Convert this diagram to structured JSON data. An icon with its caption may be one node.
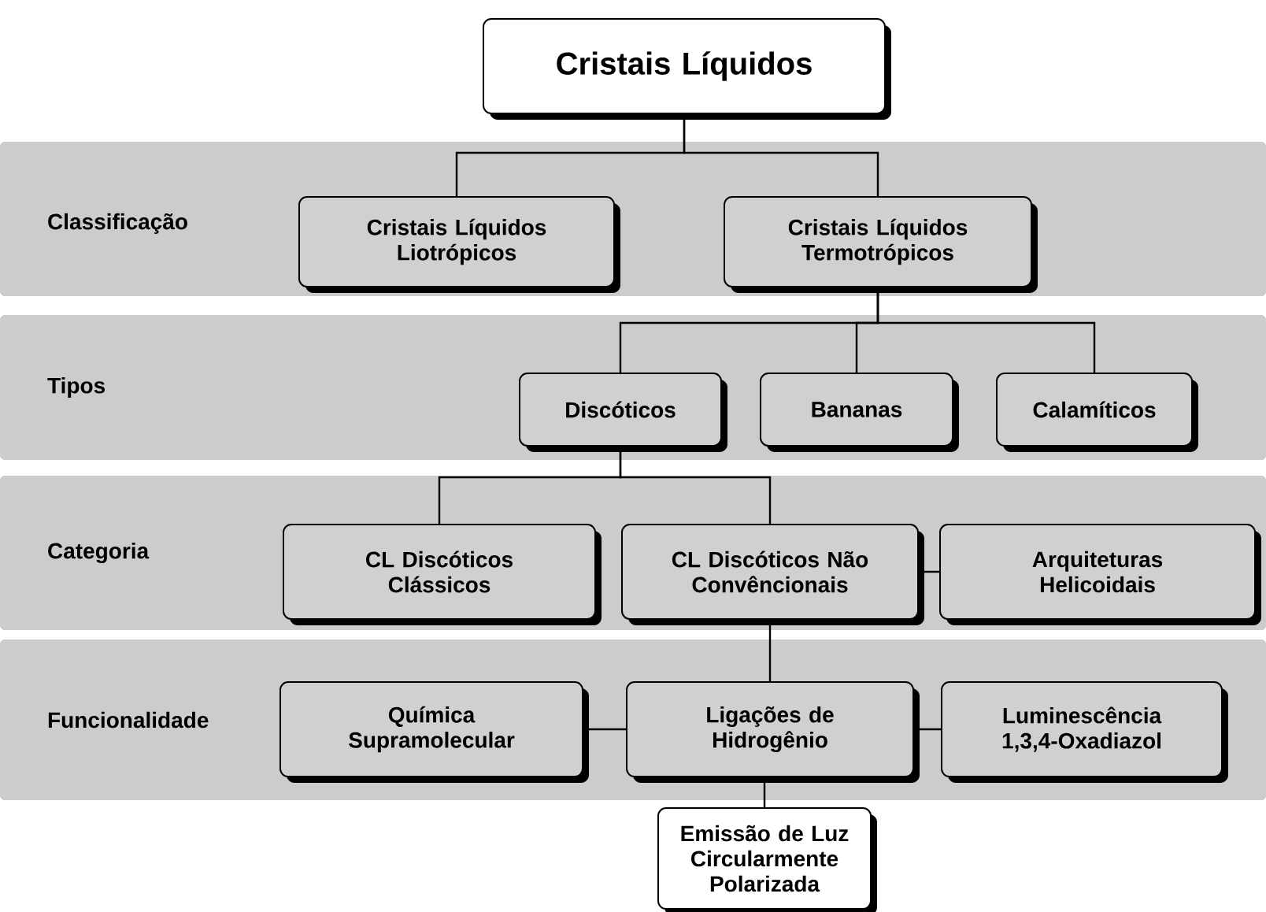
{
  "diagram": {
    "nodes": [
      {
        "text": [
          "Cristais Líquidos"
        ]
      },
      {
        "text": [
          "Classificação"
        ]
      },
      {
        "text": [
          "Cristais Líquidos Liotrópicos"
        ],
        "in": 1
      },
      {
        "text": [
          "Cristais Líquidos Termotrópicos"
        ],
        "in": 1
      },
      {
        "text": [
          "Tipos"
        ]
      },
      {
        "text": [
          "Discóticos"
        ],
        "in": 4
      },
      {
        "text": [
          "Bananas"
        ],
        "in": 4
      },
      {
        "text": [
          "Calamíticos"
        ],
        "in": 4
      },
      {
        "text": [
          "Categoria"
        ]
      },
      {
        "text": [
          "CL Discóticos Clássicos"
        ],
        "in": 8
      },
      {
        "text": [
          "CL Discóticos Não Convêncionais"
        ],
        "in": 8
      },
      {
        "text": [
          "Arquiteturas Helicoidais"
        ],
        "in": 8
      },
      {
        "text": [
          "Funcionalidade"
        ]
      },
      {
        "text": [
          "Química Supramolecular"
        ],
        "in": 12
      },
      {
        "text": [
          "Ligações de Hidrogênio"
        ],
        "in": 12
      },
      {
        "text": [
          "Luminescência 1,3,4-Oxadiazol"
        ],
        "in": 12
      },
      {
        "text": [
          "Emissão de Luz Circularmente Polarizada"
        ]
      }
    ],
    "edges": [
      {
        "from": 0,
        "to": 2,
        "arrow": "none"
      },
      {
        "from": 0,
        "to": 3,
        "arrow": "none"
      },
      {
        "from": 3,
        "to": 5,
        "arrow": "none"
      },
      {
        "from": 3,
        "to": 6,
        "arrow": "none"
      },
      {
        "from": 3,
        "to": 7,
        "arrow": "none"
      },
      {
        "from": 5,
        "to": 9,
        "arrow": "none"
      },
      {
        "from": 5,
        "to": 10,
        "arrow": "none"
      },
      {
        "from": 10,
        "to": 11,
        "arrow": "none"
      },
      {
        "from": 10,
        "to": 14,
        "arrow": "none"
      },
      {
        "from": 13,
        "to": 14,
        "arrow": "none"
      },
      {
        "from": 14,
        "to": 15,
        "arrow": "none"
      },
      {
        "from": 14,
        "to": 16,
        "arrow": "none"
      }
    ]
  }
}
